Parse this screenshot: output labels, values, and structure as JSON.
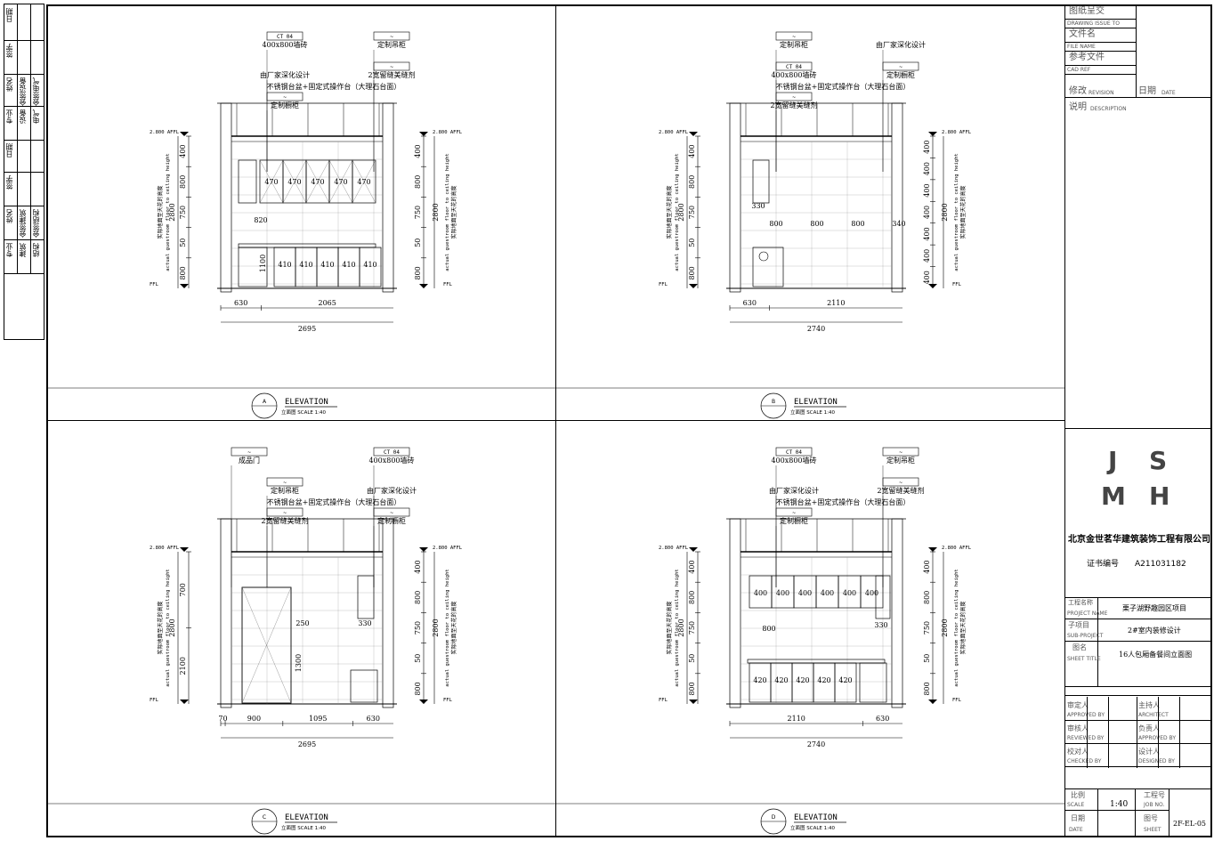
{
  "left_strip": {
    "rows": [
      {
        "col1": "日期",
        "col2": "",
        "col3": ""
      },
      {
        "col1": "签字",
        "col2": "",
        "col3": ""
      },
      {
        "col1": "姓名",
        "col2": "会签设备",
        "col3": "会签电气"
      },
      {
        "col1": "专业",
        "col2": "设备",
        "col3": "电气"
      },
      {
        "col1": "日期",
        "col2": "",
        "col3": ""
      },
      {
        "col1": "签字",
        "col2": "",
        "col3": ""
      },
      {
        "col1": "姓名",
        "col2": "会签建筑",
        "col3": "会签结构"
      },
      {
        "col1": "专业",
        "col2": "建筑",
        "col3": "结构"
      }
    ]
  },
  "elevations": [
    {
      "id": "A",
      "callouts": [
        {
          "code": "CT 04",
          "text": "400x800墙砖"
        },
        {
          "code": "~",
          "text": "定制吊柜"
        },
        {
          "code": "",
          "text": "由厂家深化设计"
        },
        {
          "code": "~",
          "text": "2宽留缝美缝剂"
        },
        {
          "code": "~",
          "text": "定制橱柜"
        },
        {
          "code": "",
          "text": "不锈钢台盆+固定式操作台（大理石台面）"
        }
      ],
      "left_dims": [
        "400",
        "800",
        "750",
        "50",
        "800"
      ],
      "left_total": "2800",
      "right_dims": [
        "400",
        "800",
        "750",
        "50",
        "800"
      ],
      "right_total": "2800",
      "upper_dims": [
        "470",
        "470",
        "470",
        "470",
        "470"
      ],
      "lower_dims": [
        "410",
        "410",
        "410",
        "410",
        "410"
      ],
      "misc_dims": [
        "820",
        "1100"
      ],
      "bottom_dims": [
        "630",
        "2065"
      ],
      "bottom_total": "2695",
      "afl": "2.800 AFFL",
      "ffl": "FFL",
      "height_note_cn": "实际地面至天花的高度",
      "height_note_en": "actual guestroom floor to ceiling height",
      "title": "ELEVATION",
      "subtitle": "立面图  SCALE 1:40"
    },
    {
      "id": "B",
      "callouts": [
        {
          "code": "~",
          "text": "定制吊柜"
        },
        {
          "code": "",
          "text": "由厂家深化设计"
        },
        {
          "code": "CT 04",
          "text": "400x800墙砖"
        },
        {
          "code": "~",
          "text": "定制橱柜"
        },
        {
          "code": "~",
          "text": "2宽留缝美缝剂"
        },
        {
          "code": "",
          "text": "不锈钢台盆+固定式操作台（大理石台面）"
        }
      ],
      "left_dims": [
        "400",
        "800",
        "750",
        "50",
        "800"
      ],
      "left_total": "2800",
      "right_dims": [
        "400",
        "400",
        "400",
        "400",
        "400",
        "400",
        "400"
      ],
      "right_total": "2800",
      "upper_dims": [
        "330",
        "800",
        "800",
        "800",
        "340"
      ],
      "lower_dims": [],
      "misc_dims": [],
      "bottom_dims": [
        "630",
        "2110"
      ],
      "bottom_total": "2740",
      "afl": "2.800 AFFL",
      "ffl": "FFL",
      "height_note_cn": "实际地面至天花的高度",
      "height_note_en": "actual guestroom floor to ceiling height",
      "title": "ELEVATION",
      "subtitle": "立面图  SCALE 1:40"
    },
    {
      "id": "C",
      "callouts": [
        {
          "code": "~",
          "text": "成品门"
        },
        {
          "code": "CT 04",
          "text": "400x800墙砖"
        },
        {
          "code": "~",
          "text": "定制吊柜"
        },
        {
          "code": "",
          "text": "由厂家深化设计"
        },
        {
          "code": "~",
          "text": "2宽留缝美缝剂"
        },
        {
          "code": "~",
          "text": "定制橱柜"
        },
        {
          "code": "",
          "text": "不锈钢台盆+固定式操作台（大理石台面）"
        }
      ],
      "left_dims": [
        "700",
        "2100"
      ],
      "left_total": "2800",
      "right_dims": [
        "400",
        "800",
        "750",
        "50",
        "800"
      ],
      "right_total": "2800",
      "upper_dims": [
        "250",
        "330"
      ],
      "lower_dims": [],
      "misc_dims": [
        "1300"
      ],
      "bottom_dims": [
        "70",
        "900",
        "1095",
        "630"
      ],
      "bottom_total": "2695",
      "afl": "2.800 AFFL",
      "ffl": "FFL",
      "height_note_cn": "实际地面至天花的高度",
      "height_note_en": "actual guestroom floor to ceiling height",
      "title": "ELEVATION",
      "subtitle": "立面图  SCALE 1:40"
    },
    {
      "id": "D",
      "callouts": [
        {
          "code": "CT 04",
          "text": "400x800墙砖"
        },
        {
          "code": "~",
          "text": "定制吊柜"
        },
        {
          "code": "",
          "text": "由厂家深化设计"
        },
        {
          "code": "~",
          "text": "2宽留缝美缝剂"
        },
        {
          "code": "~",
          "text": "定制橱柜"
        },
        {
          "code": "",
          "text": "不锈钢台盆+固定式操作台（大理石台面）"
        }
      ],
      "left_dims": [
        "400",
        "800",
        "750",
        "50",
        "800"
      ],
      "left_total": "2800",
      "right_dims": [
        "400",
        "800",
        "750",
        "50",
        "800"
      ],
      "right_total": "2800",
      "upper_dims": [
        "400",
        "400",
        "400",
        "400",
        "400",
        "400"
      ],
      "lower_dims": [
        "420",
        "420",
        "420",
        "420",
        "420"
      ],
      "misc_dims": [
        "800",
        "330"
      ],
      "bottom_dims": [
        "2110",
        "630"
      ],
      "bottom_total": "2740",
      "afl": "2.800 AFFL",
      "ffl": "FFL",
      "height_note_cn": "实际地面至天花的高度",
      "height_note_en": "actual guestroom floor to ceiling height",
      "title": "ELEVATION",
      "subtitle": "立面图  SCALE 1:40"
    }
  ],
  "title_block": {
    "issue_cn": "图纸呈交",
    "issue_en": "DRAWING ISSUE TO",
    "file_cn": "文件名",
    "file_en": "FILE NAME",
    "ref_cn": "参考文件",
    "ref_en": "CAD REF",
    "rev_cn": "修改",
    "rev_en": "REVISION",
    "date_cn": "日期",
    "date_en": "DATE",
    "desc_cn": "说明",
    "desc_en": "DESCRIPTION",
    "logo": [
      "J",
      "S",
      "M",
      "H"
    ],
    "company": "北京金世茗华建筑装饰工程有限公司",
    "cert_label": "证书编号",
    "cert_no": "A211031182",
    "project_label_cn": "工程名称",
    "project_label_en": "PROJECT NAME",
    "project": "栗子湖野趣园区项目",
    "sub_label_cn": "子项目",
    "sub_label_en": "SUB-PROJECT",
    "sub": "2#室内装修设计",
    "sheet_label_cn": "图名",
    "sheet_label_en": "SHEET TITLE",
    "sheet": "16人包厢备餐间立面图",
    "approvals": [
      {
        "l_cn": "审定人",
        "l_en": "APPROVED BY",
        "r_cn": "主持人",
        "r_en": "ARCHITECT"
      },
      {
        "l_cn": "审核人",
        "l_en": "REVIEWED BY",
        "r_cn": "负责人",
        "r_en": "APPROVED BY"
      },
      {
        "l_cn": "校对人",
        "l_en": "CHECKED BY",
        "r_cn": "设计人",
        "r_en": "DESIGNED BY"
      }
    ],
    "scale_cn": "比例",
    "scale_en": "SCALE",
    "scale_val": "1:40",
    "job_cn": "工程号",
    "job_en": "JOB NO.",
    "date2_cn": "日期",
    "date2_en": "DATE",
    "sheetno_cn": "图号",
    "sheetno_en": "SHEET",
    "sheet_no": "2F-EL-05"
  }
}
